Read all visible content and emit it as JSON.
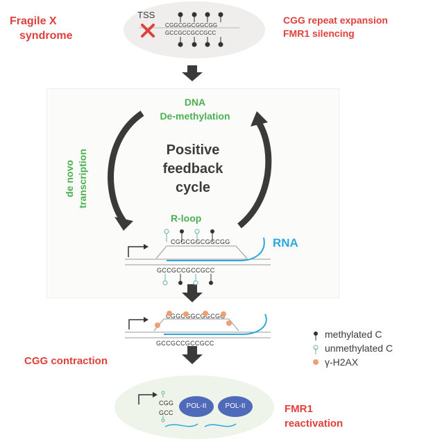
{
  "top": {
    "left_title_line1": "Fragile X",
    "left_title_line2": "syndrome",
    "right_title_line1": "CGG repeat expansion",
    "right_title_line2": "FMR1 silencing",
    "tss": "TSS",
    "seq_top": "CGGCGGCGGCGG",
    "seq_bottom": "GCCGCCGCCGCC"
  },
  "cycle": {
    "dna_line1": "DNA",
    "dna_line2": "De-methylation",
    "center_line1": "Positive",
    "center_line2": "feedback",
    "center_line3": "cycle",
    "left_line1": "de novo",
    "left_line2": "transcription",
    "rloop": "R-loop",
    "rna": "RNA",
    "seq_top": "CGGCGGCGGCGG",
    "seq_bottom": "GCCGCCGCCGCC"
  },
  "lower": {
    "seq_top": "CGGCGGCGGCGG",
    "seq_bottom": "GCCGCCGCCGCC",
    "contraction": "CGG contraction"
  },
  "legend": {
    "methylated": "methylated C",
    "unmethylated": "unmethylated C",
    "h2ax": "γ-H2AX"
  },
  "bottom": {
    "cgg": "CGG",
    "gcc": "GCC",
    "pol1": "POL-II",
    "pol2": "POL-II",
    "reactivation_line1": "FMR1",
    "reactivation_line2": "reactivation"
  },
  "colors": {
    "red": "#e0403a",
    "green": "#4caf50",
    "blue": "#2aa7de",
    "dark_arrow": "#3a3a3a",
    "pol": "#4f6ab8",
    "h2ax": "#f0a070"
  }
}
